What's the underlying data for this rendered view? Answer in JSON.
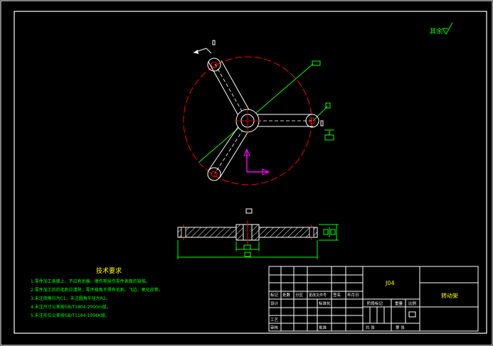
{
  "drawing": {
    "roughness_note": "其余",
    "tech_title": "技术要求",
    "tech_items": [
      "1.零件加工表面上，不应有划痕、擦伤等损伤零件表面的缺陷。",
      "2.零件加工后的毛刺应清除，零件棱角不得有毛刺、飞边、氧化皮等。",
      "3.未注倒角均为C1，未注圆角半径为R2。",
      "4.未注尺寸公差按GB/T1804-2000m级。",
      "5.未注形位公差按GB/T1184-1996K级。"
    ],
    "title_block": {
      "drawing_code": "J04",
      "part_name": "转动架",
      "row_labels": [
        "标记",
        "处数",
        "分区",
        "更改文件号",
        "签名",
        "年月日"
      ],
      "designer": "设计",
      "standardization": "标准化",
      "process": "工艺",
      "approve": "批准",
      "reviewer": "审核",
      "stage_mark": "阶段标记",
      "weight": "重量",
      "scale": "比例",
      "sheets": "共 张",
      "sheet_no": "第 张"
    }
  },
  "colors": {
    "border": "#ffffff",
    "part_outline": "#ffffff",
    "center_lines": "#ff0000",
    "leader": "#00ff00",
    "axis": "#ff00ff",
    "hatch": "#ffffff"
  }
}
